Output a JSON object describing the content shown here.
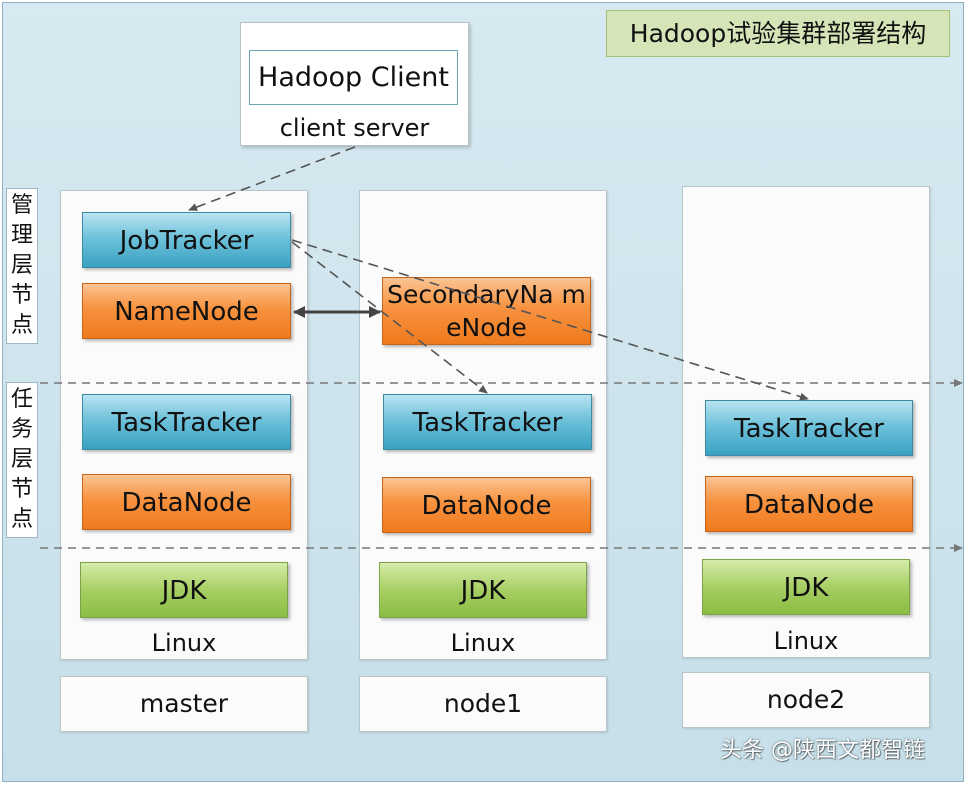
{
  "title": "Hadoop试验集群部署结构",
  "client": {
    "name": "Hadoop Client",
    "label": "client server"
  },
  "layers": {
    "management": [
      "管",
      "理",
      "层",
      "节",
      "点"
    ],
    "task": [
      "任",
      "务",
      "层",
      "节",
      "点"
    ]
  },
  "nodes": [
    {
      "name": "master",
      "os": "Linux",
      "components": {
        "jobtracker": "JobTracker",
        "namenode": "NameNode",
        "tasktracker": "TaskTracker",
        "datanode": "DataNode",
        "jdk": "JDK"
      }
    },
    {
      "name": "node1",
      "os": "Linux",
      "components": {
        "secondary_namenode": "SecondaryNa meNode",
        "tasktracker": "TaskTracker",
        "datanode": "DataNode",
        "jdk": "JDK"
      }
    },
    {
      "name": "node2",
      "os": "Linux",
      "components": {
        "tasktracker": "TaskTracker",
        "datanode": "DataNode",
        "jdk": "JDK"
      }
    }
  ],
  "watermark": "头条 @陕西文都智链",
  "colors": {
    "background": "#cfe5ee",
    "tracker_blue": "#4fb0cf",
    "node_orange": "#f28a30",
    "jdk_green": "#9fc95a",
    "title_green": "#d6e5b8"
  }
}
